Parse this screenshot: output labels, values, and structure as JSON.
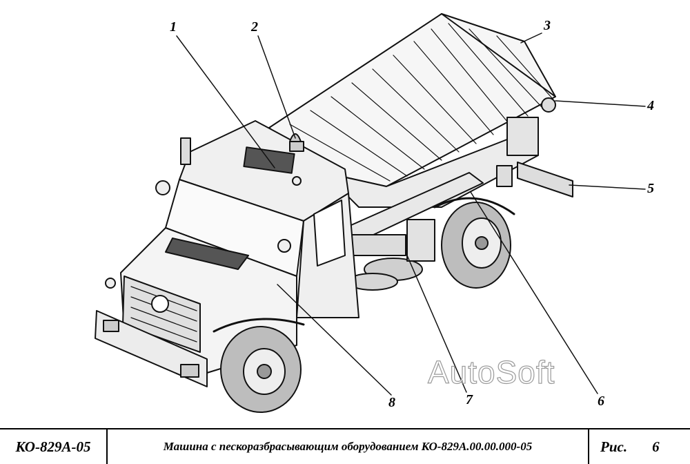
{
  "callouts": [
    "1",
    "2",
    "3",
    "4",
    "5",
    "6",
    "7",
    "8"
  ],
  "watermark": "AutoSoft",
  "title_block": {
    "code": "КО-829А-05",
    "title": "Машина с пескоразбрасывающим оборудованием КО-829А.00.00.000-05",
    "fig_label": "Рис.",
    "fig_number": "6"
  }
}
